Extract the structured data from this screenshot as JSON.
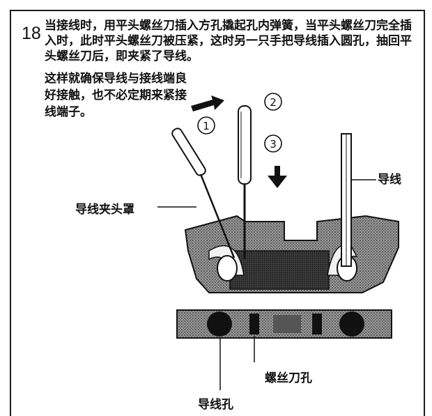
{
  "step_number": "18",
  "intro_text": "当接线时，用平头螺丝刀插入方孔撬起孔内弹簧，当平头螺丝刀完全插入时，此时平头螺丝刀被压紧，这时另一只手把导线插入圆孔，抽回平头螺丝刀后，即夹紧了导线。",
  "side_note": "这样就确保导线与接线端良好接触，也不必定期来紧接线端子。",
  "markers": [
    "①",
    "②",
    "③"
  ],
  "labels": {
    "wire": "导线",
    "clamp_cover": "导线夹头罩",
    "screwdriver_hole": "螺丝刀孔",
    "wire_hole": "导线孔"
  }
}
